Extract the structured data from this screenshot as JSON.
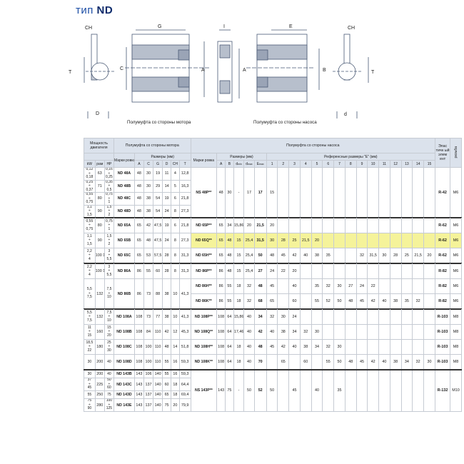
{
  "title": {
    "prefix": "тип",
    "name": "ND"
  },
  "drawing": {
    "labels": {
      "ch_left": "CH",
      "g": "G",
      "i": "I",
      "e": "E",
      "ch_right": "CH",
      "t_left": "T",
      "c": "C",
      "a_mid1": "A",
      "a_mid2": "A",
      "b": "B",
      "t_right": "T",
      "d_left": "D",
      "d_right": "d"
    },
    "caption_motor": "Полумуфта со стороны мотора",
    "caption_pump": "Полумуфта со стороны насоса"
  },
  "headers": {
    "power": "Мощность двигателя",
    "motor_half": "Полумуфта со стороны мотора",
    "pump_half": "Полумуфта со стороны насоса",
    "elastic": "Элас тичн ый элем ент",
    "thread": "резьба",
    "marking_motor": "Марки ровка",
    "sizes_mm": "Размеры (мм)",
    "marking_pump": "Марки ровка",
    "sizes_mm_pump": "Размеры (мм)",
    "ref_sizes": "Референсные размеры \"E\" (мм)",
    "kw": "kW",
    "rpm": "рам",
    "hp": "HP",
    "motor_cols": [
      "A",
      "C",
      "G",
      "D",
      "CH",
      "T"
    ],
    "pump_cols": [
      {
        "main": "A",
        "sub": ""
      },
      {
        "main": "B",
        "sub": ""
      },
      {
        "main": "d",
        "sub": "min"
      },
      {
        "main": "d",
        "sub": "max"
      },
      {
        "main": "E",
        "sub": "max"
      }
    ],
    "ref_cols": [
      "1",
      "2",
      "3",
      "4",
      "5",
      "6",
      "7",
      "8",
      "9",
      "10",
      "11",
      "12",
      "13",
      "14",
      "15"
    ],
    "m": "M"
  },
  "groups": [
    {
      "id": "48",
      "motor_rows": [
        {
          "kw": [
            "0,12",
            "0,18"
          ],
          "rpm": "63",
          "hp": [
            "0,16",
            "0,25"
          ],
          "mark": "ND 48A",
          "vals": [
            "48",
            "30",
            "19",
            "11",
            "4",
            "12,8"
          ]
        },
        {
          "kw": [
            "0,25",
            "0,37"
          ],
          "rpm": "71",
          "hp": [
            "0,35",
            "0,5"
          ],
          "mark": "ND 48B",
          "vals": [
            "48",
            "30",
            "29",
            "14",
            "5",
            "16,3"
          ]
        },
        {
          "kw": [
            "0,55",
            "0,75"
          ],
          "rpm": "80",
          "hp": [
            "0,75",
            "1"
          ],
          "mark": "ND 48C",
          "vals": [
            "48",
            "38",
            "54",
            "19",
            "6",
            "21,8"
          ]
        },
        {
          "kw": [
            "1,1",
            "1,5"
          ],
          "rpm": "90",
          "hp": [
            "1,5",
            "2"
          ],
          "mark": "ND 48D",
          "vals": [
            "48",
            "38",
            "54",
            "24",
            "8",
            "27,3"
          ]
        }
      ],
      "pump_rows": [
        {
          "mark": "NS 48P**",
          "vals": [
            "48",
            "30",
            "-",
            "17",
            "17"
          ],
          "refs": [
            "15",
            "",
            "",
            "",
            "",
            "",
            "",
            "",
            "",
            "",
            "",
            "",
            "",
            "",
            ""
          ],
          "elastic": "R-42",
          "m": "M6"
        }
      ]
    },
    {
      "id": "65",
      "motor_rows": [
        {
          "kw": [
            "0,55",
            "0,75"
          ],
          "rpm": "80",
          "hp": [
            "0,75",
            "1"
          ],
          "mark": "ND 65A",
          "vals": [
            "65",
            "42",
            "47,5",
            "19",
            "6",
            "21,8"
          ]
        },
        {
          "kw": [
            "1,1",
            "1,5"
          ],
          "rpm": "90",
          "hp": [
            "1,5",
            "2"
          ],
          "mark": "ND 65B",
          "vals": [
            "65",
            "48",
            "47,5",
            "24",
            "8",
            "27,3"
          ]
        },
        {
          "kw": [
            "2,2",
            "4"
          ],
          "rpm": "100 112",
          "hp": [
            "3",
            "5,5"
          ],
          "mark": "ND 65C",
          "vals": [
            "65",
            "53",
            "57,5",
            "28",
            "8",
            "31,3"
          ]
        }
      ],
      "pump_rows": [
        {
          "mark": "ND 65P**",
          "vals": [
            "65",
            "34",
            "15,86",
            "20",
            "21,5"
          ],
          "refs": [
            "20",
            "",
            "",
            "",
            "",
            "",
            "",
            "",
            "",
            "",
            "",
            "",
            "",
            "",
            ""
          ],
          "elastic": "R-62",
          "m": "M6"
        },
        {
          "mark": "ND 65Q**",
          "vals": [
            "65",
            "48",
            "15",
            "25,4",
            "31,5"
          ],
          "refs": [
            "30",
            "28",
            "25",
            "21,5",
            "20",
            "",
            "",
            "",
            "",
            "",
            "",
            "",
            "",
            "",
            ""
          ],
          "elastic": "R-62",
          "m": "M6",
          "hl": true
        },
        {
          "mark": "ND 65H**",
          "vals": [
            "65",
            "48",
            "15",
            "25,4",
            "50"
          ],
          "refs": [
            "48",
            "45",
            "42",
            "40",
            "38",
            "35",
            "",
            "",
            "32",
            "31,5",
            "30",
            "28",
            "25",
            "21,5",
            "20"
          ],
          "elastic": "R-62",
          "m": "M6"
        }
      ]
    },
    {
      "id": "86",
      "motor_rows": [
        {
          "kw": [
            "2,2",
            "4"
          ],
          "rpm": "100 112",
          "hp": [
            "3",
            "5,5"
          ],
          "mark": "ND 86A",
          "vals": [
            "86",
            "55",
            "60",
            "28",
            "8",
            "31,3"
          ]
        },
        {
          "kw": [
            "5,5",
            "7,5"
          ],
          "rpm": "132",
          "hp": [
            "7,5",
            "10"
          ],
          "mark": "ND 86B",
          "vals": [
            "86",
            "73",
            "88",
            "38",
            "10",
            "41,3"
          ]
        }
      ],
      "pump_rows": [
        {
          "mark": "ND 86P**",
          "vals": [
            "86",
            "48",
            "15",
            "25,4",
            "27"
          ],
          "refs": [
            "24",
            "22",
            "20",
            "",
            "",
            "",
            "",
            "",
            "",
            "",
            "",
            "",
            "",
            "",
            ""
          ],
          "elastic": "R-82",
          "m": "M6"
        },
        {
          "mark": "ND 86H**",
          "vals": [
            "86",
            "55",
            "18",
            "32",
            "48"
          ],
          "refs": [
            "45",
            "",
            "40",
            "",
            "35",
            "32",
            "30",
            "27",
            "24",
            "22",
            "",
            "",
            "",
            "",
            ""
          ],
          "elastic": "R-82",
          "m": "M6"
        },
        {
          "mark": "ND 86K**",
          "vals": [
            "86",
            "55",
            "18",
            "32",
            "68"
          ],
          "refs": [
            "65",
            "",
            "60",
            "",
            "55",
            "52",
            "50",
            "48",
            "45",
            "42",
            "40",
            "38",
            "35",
            "32",
            ""
          ],
          "elastic": "R-82",
          "m": "M6"
        }
      ]
    },
    {
      "id": "108",
      "motor_rows": [
        {
          "kw": [
            "5,5",
            "7,5"
          ],
          "rpm": "132",
          "hp": [
            "7,5",
            "10"
          ],
          "mark": "ND 108A",
          "vals": [
            "108",
            "73",
            "77",
            "38",
            "10",
            "41,3"
          ]
        },
        {
          "kw": [
            "11",
            "15"
          ],
          "rpm": "160",
          "hp": [
            "15",
            "20"
          ],
          "mark": "ND 108B",
          "vals": [
            "108",
            "84",
            "110",
            "42",
            "12",
            "45,3"
          ]
        },
        {
          "kw": [
            "18,5",
            "22"
          ],
          "rpm": "180",
          "hp": [
            "25",
            "30"
          ],
          "mark": "ND 108C",
          "vals": [
            "108",
            "100",
            "110",
            "48",
            "14",
            "51,8"
          ]
        },
        {
          "kw": [
            "30"
          ],
          "rpm": "200",
          "hp": [
            "40"
          ],
          "mark": "ND 108D",
          "vals": [
            "108",
            "100",
            "110",
            "55",
            "16",
            "59,3"
          ]
        }
      ],
      "pump_rows": [
        {
          "mark": "ND 108P**",
          "vals": [
            "108",
            "64",
            "15,86",
            "40",
            "34"
          ],
          "refs": [
            "32",
            "30",
            "24",
            "",
            "",
            "",
            "",
            "",
            "",
            "",
            "",
            "",
            "",
            "",
            ""
          ],
          "elastic": "R-103",
          "m": "M8"
        },
        {
          "mark": "ND 108Q**",
          "vals": [
            "108",
            "64",
            "17,46",
            "40",
            "42"
          ],
          "refs": [
            "40",
            "38",
            "34",
            "32",
            "30",
            "",
            "",
            "",
            "",
            "",
            "",
            "",
            "",
            "",
            ""
          ],
          "elastic": "R-103",
          "m": "M8"
        },
        {
          "mark": "ND 108H**",
          "vals": [
            "108",
            "64",
            "18",
            "40",
            "48"
          ],
          "refs": [
            "45",
            "42",
            "40",
            "38",
            "34",
            "32",
            "30",
            "",
            "",
            "",
            "",
            "",
            "",
            "",
            ""
          ],
          "elastic": "R-103",
          "m": "M8"
        },
        {
          "mark": "ND 108K**",
          "vals": [
            "108",
            "64",
            "18",
            "40",
            "70"
          ],
          "refs": [
            "",
            "65",
            "",
            "60",
            "",
            "55",
            "50",
            "48",
            "45",
            "42",
            "40",
            "38",
            "34",
            "32",
            "30"
          ],
          "elastic": "R-103",
          "m": "M8"
        }
      ]
    },
    {
      "id": "143",
      "motor_rows": [
        {
          "kw": [
            "30"
          ],
          "rpm": "200",
          "hp": [
            "40"
          ],
          "mark": "ND 143B",
          "vals": [
            "143",
            "106",
            "140",
            "55",
            "16",
            "59,3"
          ]
        },
        {
          "kw": [
            "37",
            "45"
          ],
          "rpm": "225",
          "hp": [
            "50",
            "60"
          ],
          "mark": "ND 143C",
          "vals": [
            "143",
            "137",
            "140",
            "60",
            "18",
            "64,4"
          ]
        },
        {
          "kw": [
            "55"
          ],
          "rpm": "250",
          "hp": [
            "75"
          ],
          "mark": "ND 143D",
          "vals": [
            "143",
            "137",
            "140",
            "65",
            "18",
            "69,4"
          ]
        },
        {
          "kw": [
            "75",
            "90"
          ],
          "rpm": "280",
          "hp": [
            "100",
            "125"
          ],
          "mark": "ND 143E",
          "vals": [
            "143",
            "137",
            "140",
            "75",
            "20",
            "79,9"
          ]
        }
      ],
      "pump_rows": [
        {
          "mark": "NS 143P**",
          "vals": [
            "143",
            "75",
            "-",
            "50",
            "52"
          ],
          "refs": [
            "50",
            "",
            "45",
            "",
            "40",
            "",
            "35",
            "",
            "",
            "",
            "",
            "",
            "",
            "",
            ""
          ],
          "elastic": "R-132",
          "m": "M10"
        }
      ]
    }
  ]
}
